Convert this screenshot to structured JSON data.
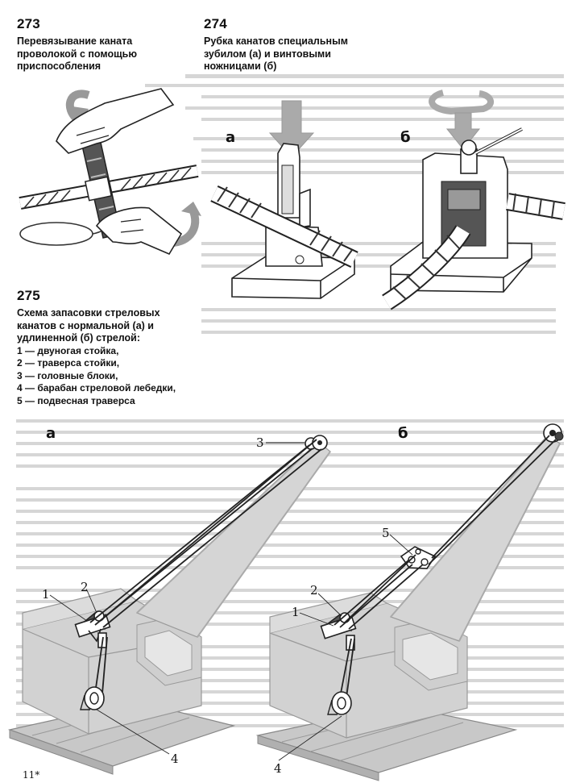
{
  "fig273": {
    "number": "273",
    "caption": "Перевязывание каната проволокой с помощью приспособления"
  },
  "fig274": {
    "number": "274",
    "caption": "Рубка канатов специальным зубилом (а) и винтовыми ножницами (б)",
    "label_a": "а",
    "label_b": "б"
  },
  "fig275": {
    "number": "275",
    "caption": "Схема запасовки стреловых канатов с нормальной (а) и удлиненной (б) стрелой:",
    "legend": [
      "1 — двуногая стойка,",
      "2 — траверса стойки,",
      "3 — головные блоки,",
      "4 — барабан стреловой лебедки,",
      "5 — подвесная траверса"
    ],
    "label_a": "а",
    "label_b": "б",
    "callouts": [
      "1",
      "2",
      "3",
      "4",
      "5"
    ]
  },
  "page_number": "11*"
}
